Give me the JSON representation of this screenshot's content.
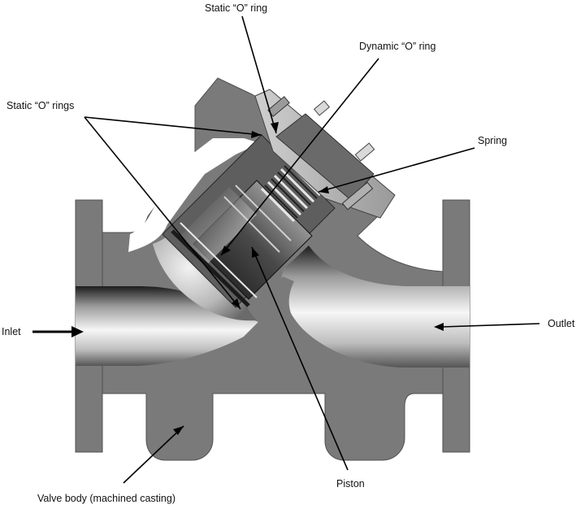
{
  "labels": {
    "static_o_ring": "Static “O” ring",
    "dynamic_o_ring": "Dynamic “O” ring",
    "static_o_rings": "Static “O” rings",
    "spring": "Spring",
    "inlet": "Inlet",
    "outlet": "Outlet",
    "piston": "Piston",
    "valve_body": "Valve body (machined casting)"
  },
  "colors": {
    "casting": "#7a7a7a",
    "casting_dark": "#5e5e5e",
    "leader": "#000000",
    "text": "#111111",
    "background": "#ffffff"
  }
}
